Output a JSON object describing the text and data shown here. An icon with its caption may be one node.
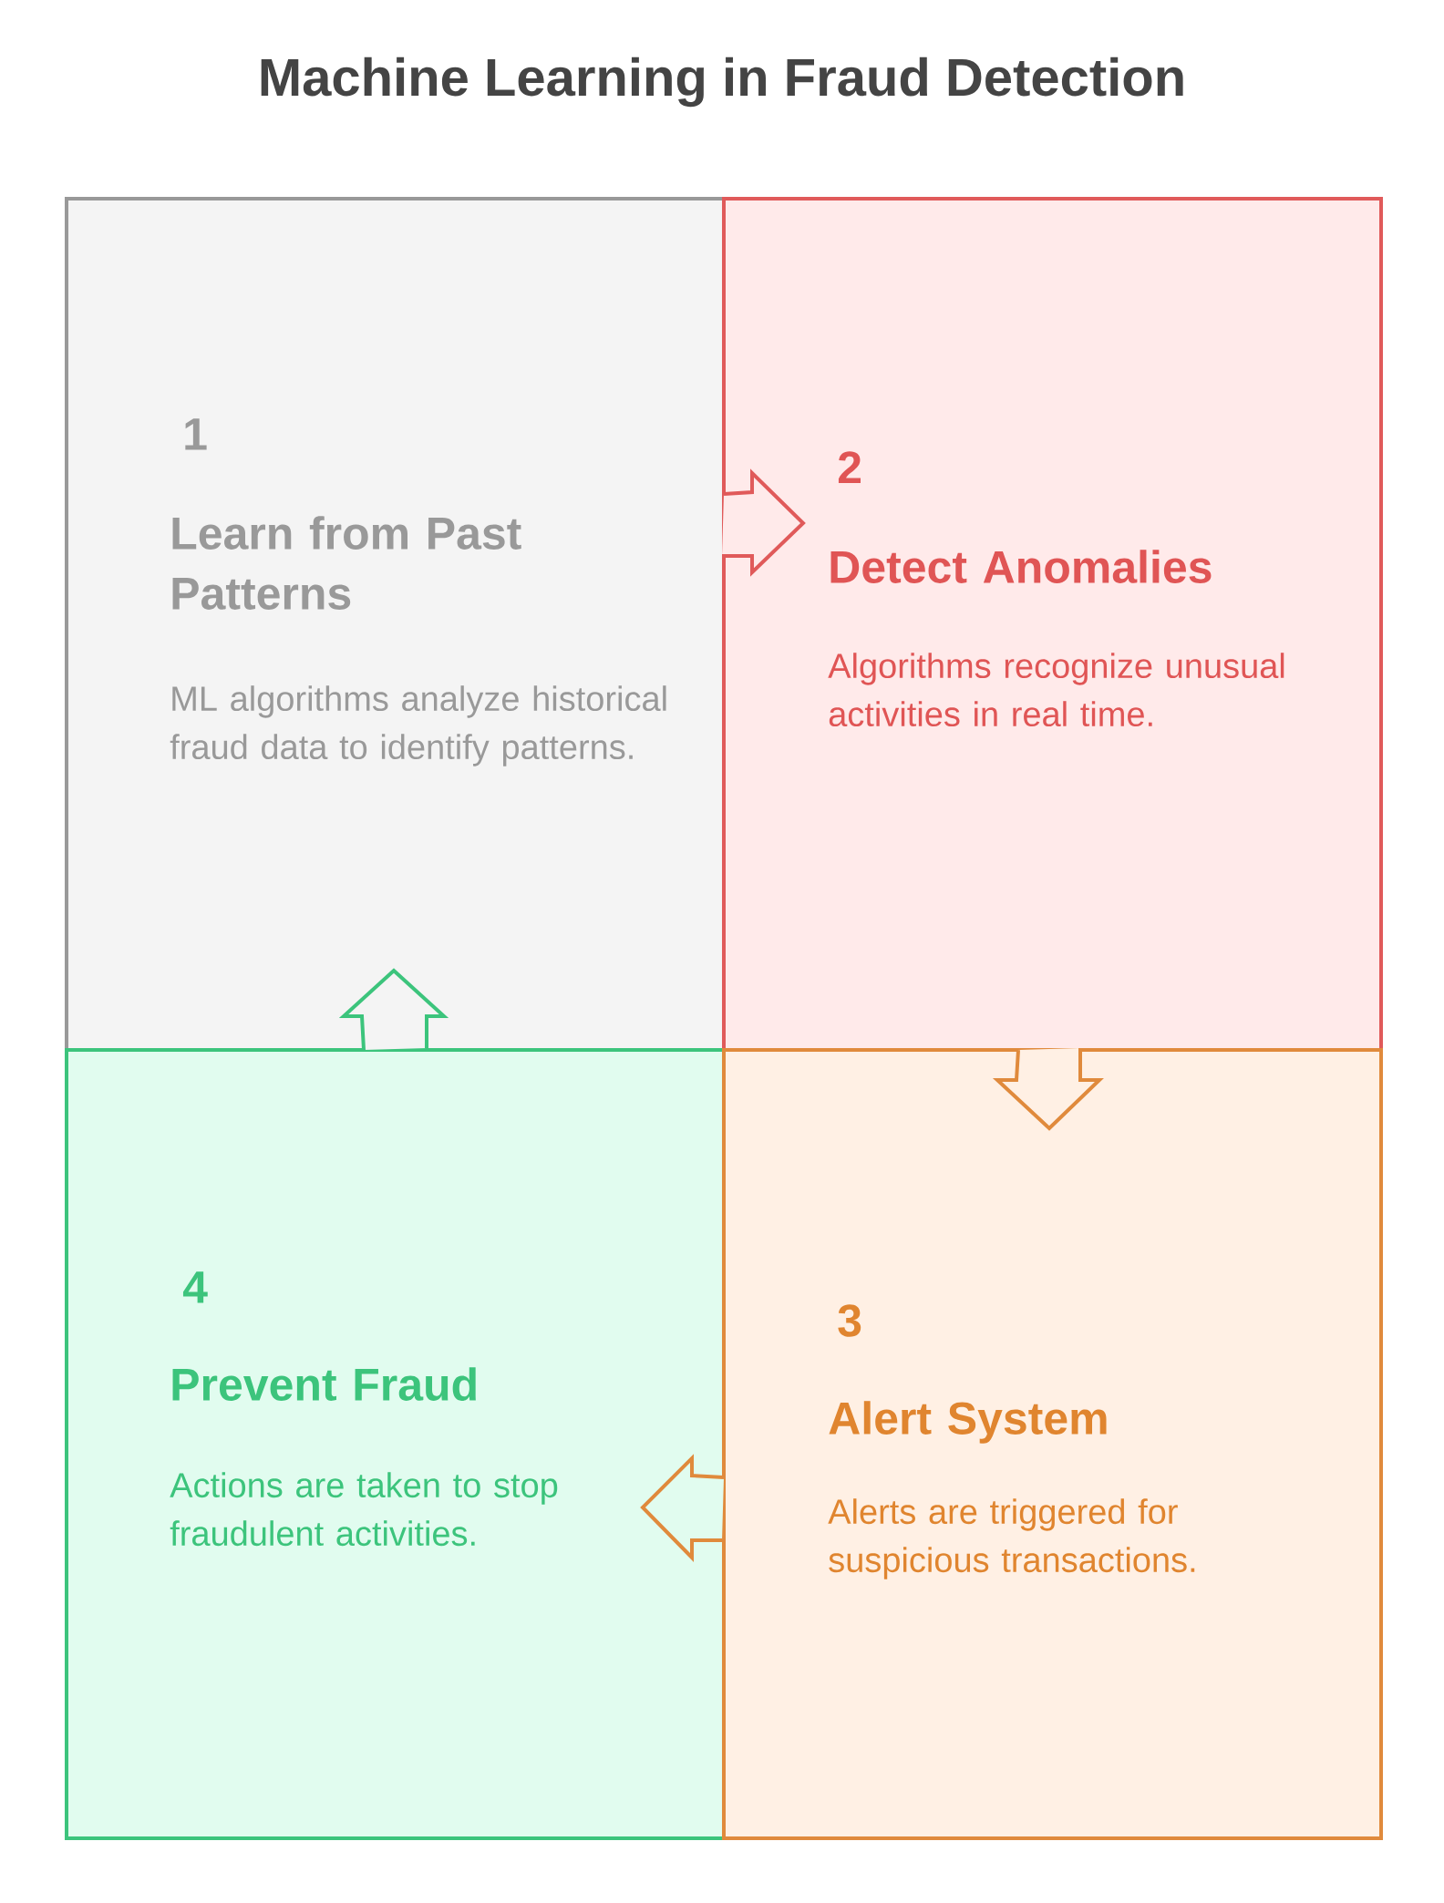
{
  "diagram": {
    "title": "Machine Learning in Fraud Detection",
    "nodes": [
      {
        "text": [
          "1",
          "Learn from Past Patterns",
          "ML algorithms analyze historical fraud data to identify patterns."
        ]
      },
      {
        "text": [
          "2",
          "Detect Anomalies",
          "Algorithms recognize unusual activities in real time."
        ]
      },
      {
        "text": [
          "3",
          "Alert System",
          "Alerts are triggered for suspicious transactions."
        ]
      },
      {
        "text": [
          "4",
          "Prevent Fraud",
          "Actions are taken to stop fraudulent activities."
        ]
      }
    ],
    "edges": [
      {
        "from": 0,
        "to": 1,
        "arrow": "to",
        "color": "#e05a5a"
      },
      {
        "from": 1,
        "to": 2,
        "arrow": "to",
        "color": "#e08a3c"
      },
      {
        "from": 2,
        "to": 3,
        "arrow": "to",
        "color": "#e08a3c"
      },
      {
        "from": 3,
        "to": 0,
        "arrow": "to",
        "color": "#3cc47c"
      }
    ]
  }
}
